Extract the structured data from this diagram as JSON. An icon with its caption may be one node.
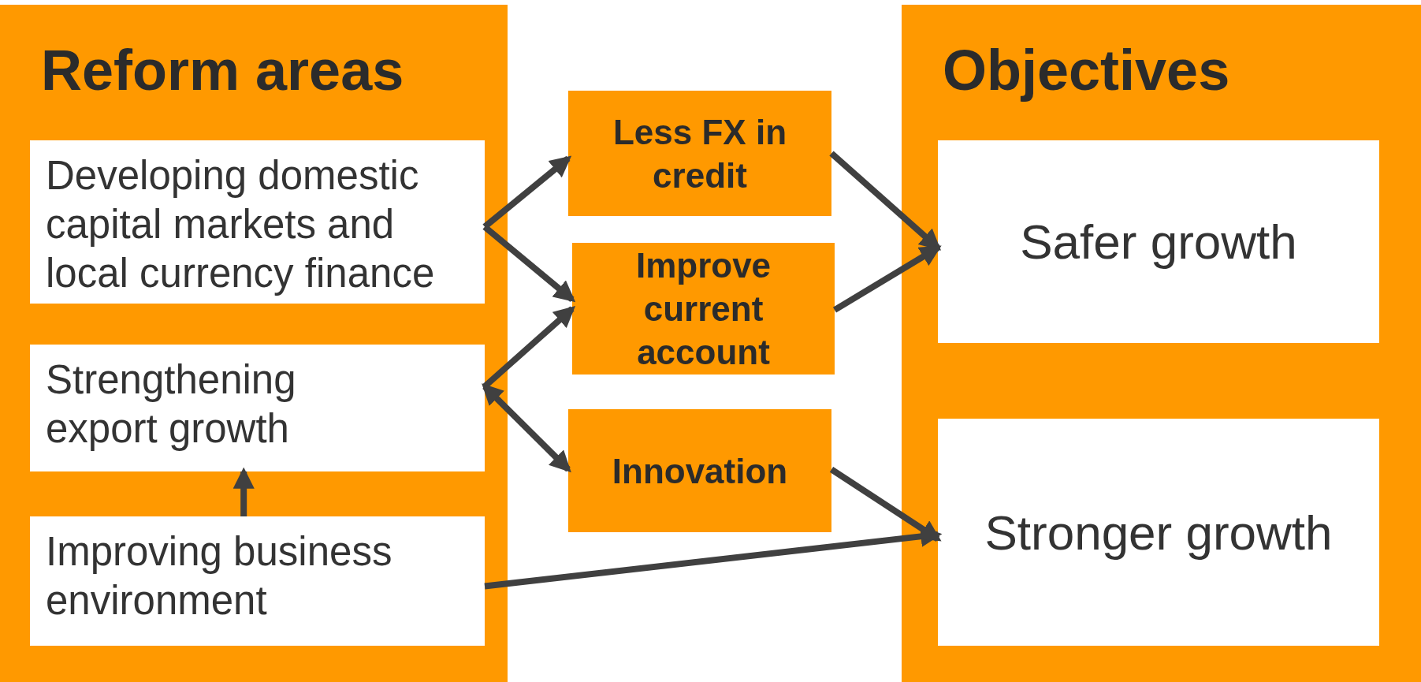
{
  "diagram": {
    "nodes": [
      {
        "text": [
          "Reform areas"
        ]
      },
      {
        "text": [
          "Developing domestic capital markets and local currency finance"
        ],
        "in": 0
      },
      {
        "text": [
          "Strengthening export growth"
        ],
        "in": 0
      },
      {
        "text": [
          "Improving business environment"
        ],
        "in": 0
      },
      {
        "text": [
          "Less FX in credit"
        ]
      },
      {
        "text": [
          "Improve current account"
        ]
      },
      {
        "text": [
          "Innovation"
        ]
      },
      {
        "text": [
          "Objectives"
        ]
      },
      {
        "text": [
          "Safer growth"
        ],
        "in": 7
      },
      {
        "text": [
          "Stronger growth"
        ],
        "in": 7
      }
    ],
    "edges": [
      {
        "from": 1,
        "to": 4,
        "arrow": "to"
      },
      {
        "from": 1,
        "to": 5,
        "arrow": "to"
      },
      {
        "from": 2,
        "to": 5,
        "arrow": "to"
      },
      {
        "from": 2,
        "to": 6,
        "arrow": "both"
      },
      {
        "from": 3,
        "to": 2,
        "arrow": "to"
      },
      {
        "from": 3,
        "to": 9,
        "arrow": "to"
      },
      {
        "from": 4,
        "to": 8,
        "arrow": "to"
      },
      {
        "from": 5,
        "to": 8,
        "arrow": "to"
      },
      {
        "from": 6,
        "to": 9,
        "arrow": "to"
      }
    ]
  }
}
